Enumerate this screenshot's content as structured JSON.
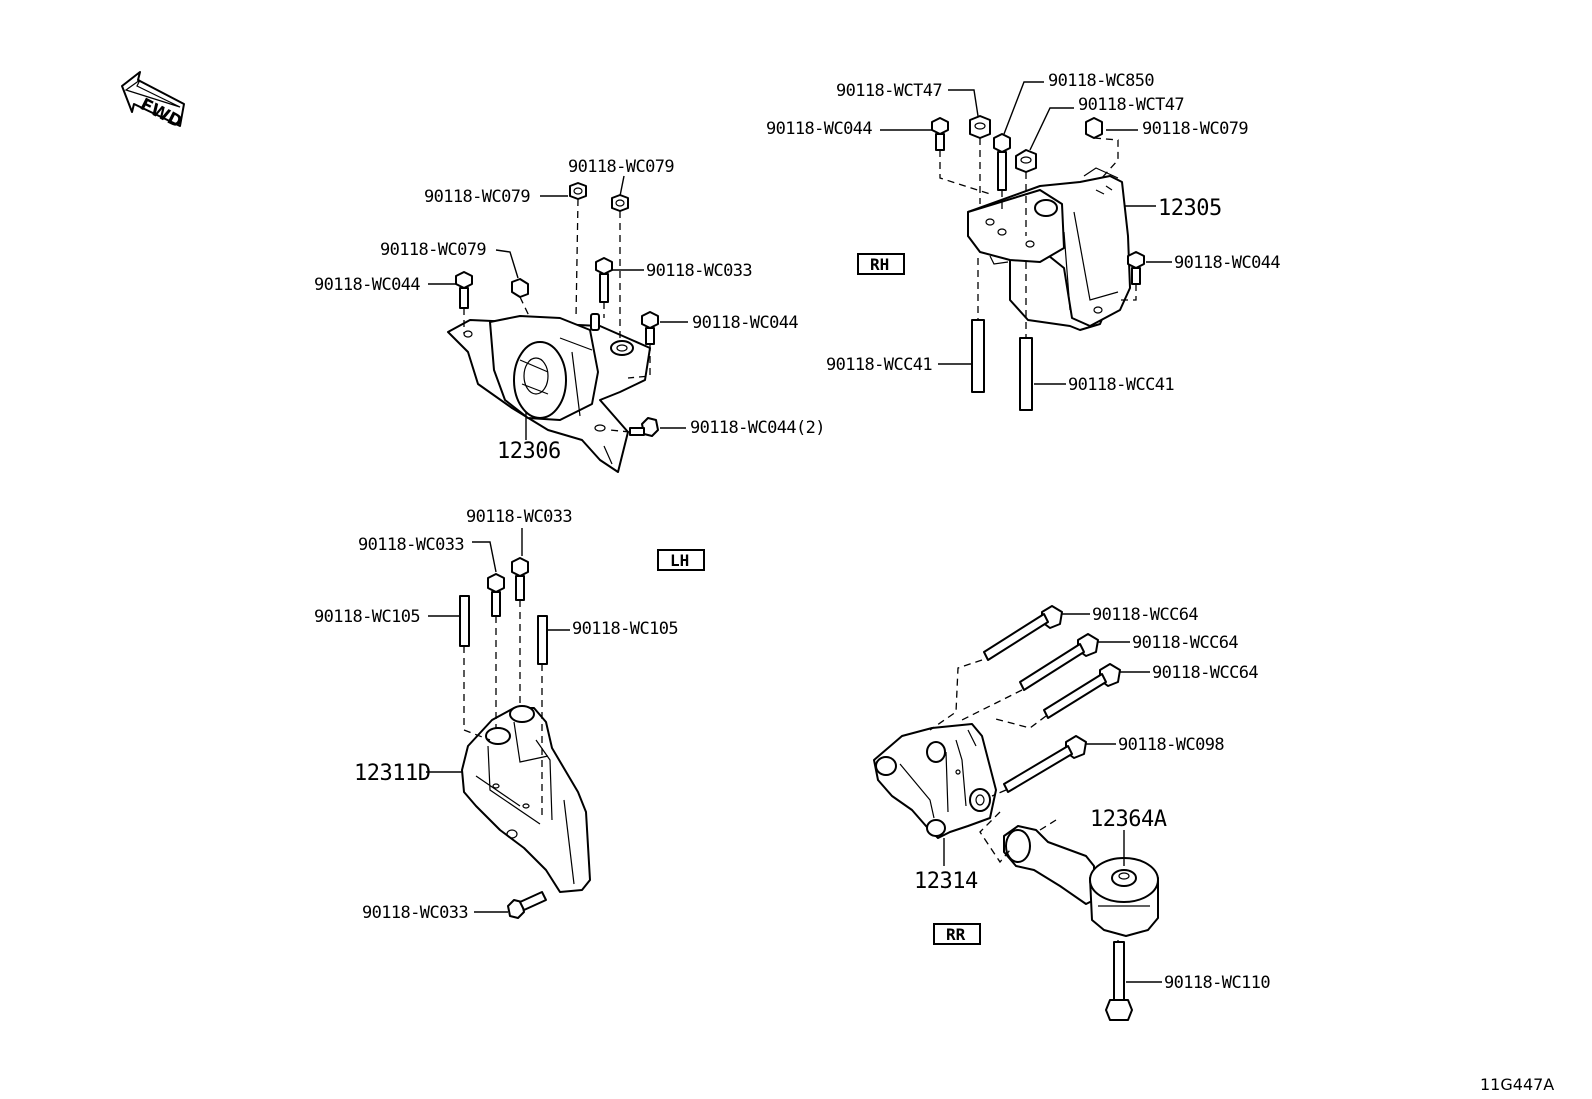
{
  "direction_arrow": {
    "label": "FWD",
    "icon": "fwd-arrow-icon"
  },
  "sections": {
    "rh": "RH",
    "lh": "LH",
    "rr": "RR"
  },
  "diagram_code": "11G447A",
  "parts": {
    "p12306": "12306",
    "p12305": "12305",
    "p12311D": "12311D",
    "p12314": "12314",
    "p12364A": "12364A"
  },
  "callouts": {
    "lh_upper": {
      "wc079_a": "90118-WC079",
      "wc079_b": "90118-WC079",
      "wc079_c": "90118-WC079",
      "wc044_a": "90118-WC044",
      "wc033": "90118-WC033",
      "wc044_b": "90118-WC044",
      "wc044_2": "90118-WC044(2)"
    },
    "rh": {
      "wct47_a": "90118-WCT47",
      "wc850": "90118-WC850",
      "wct47_b": "90118-WCT47",
      "wc044_a": "90118-WC044",
      "wc079": "90118-WC079",
      "wc044_b": "90118-WC044",
      "wcc41_a": "90118-WCC41",
      "wcc41_b": "90118-WCC41"
    },
    "lh_lower": {
      "wc033_a": "90118-WC033",
      "wc033_b": "90118-WC033",
      "wc105_a": "90118-WC105",
      "wc105_b": "90118-WC105",
      "wc033_c": "90118-WC033"
    },
    "rr": {
      "wcc64_a": "90118-WCC64",
      "wcc64_b": "90118-WCC64",
      "wcc64_c": "90118-WCC64",
      "wc098": "90118-WC098",
      "wc110": "90118-WC110"
    }
  }
}
